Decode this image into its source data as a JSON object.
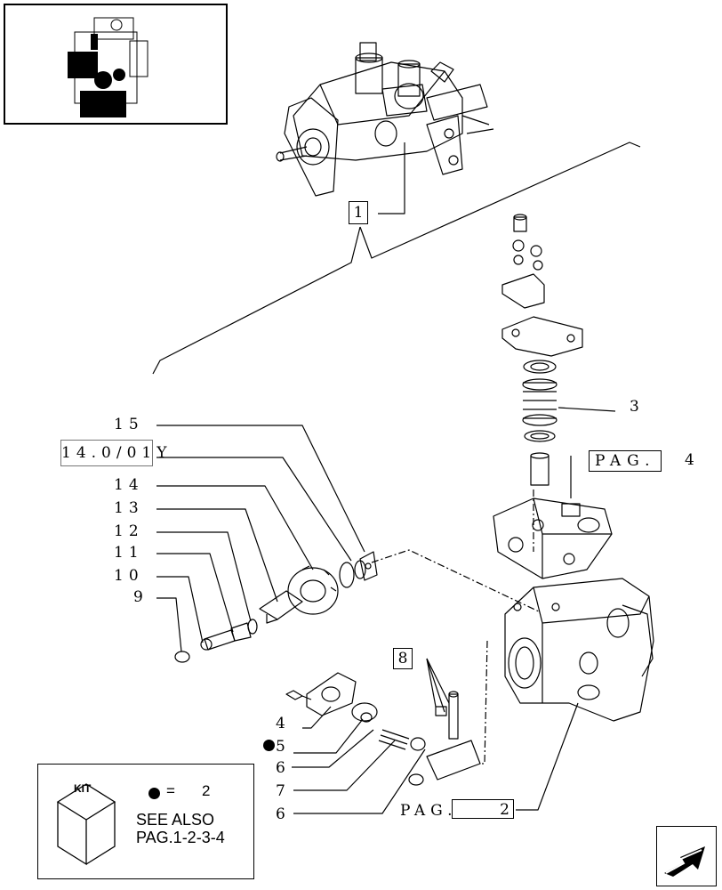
{
  "thumbnail": {
    "icon": "engine-thumbnail-icon"
  },
  "group_marker": {
    "text": "1"
  },
  "callouts": {
    "c15": "15",
    "c14_ref": "14.0/01Y",
    "c14": "14",
    "c13": "13",
    "c12": "12",
    "c11": "11",
    "c10": "10",
    "c9": "9",
    "c8": "8",
    "c3": "3",
    "c4": "4",
    "c5": "5",
    "c6a": "6",
    "c7": "7",
    "c6b": "6"
  },
  "page_refs": {
    "top": {
      "text": "PAG.",
      "num": "4"
    },
    "bottom": {
      "text": "PAG.",
      "num": "2"
    }
  },
  "kit": {
    "label": "KIT",
    "equals": "=",
    "qty": "2",
    "see_also_1": "SEE ALSO",
    "see_also_2": "PAG.1-2-3-4"
  },
  "nav": {
    "icon": "next-page-arrow-icon"
  }
}
